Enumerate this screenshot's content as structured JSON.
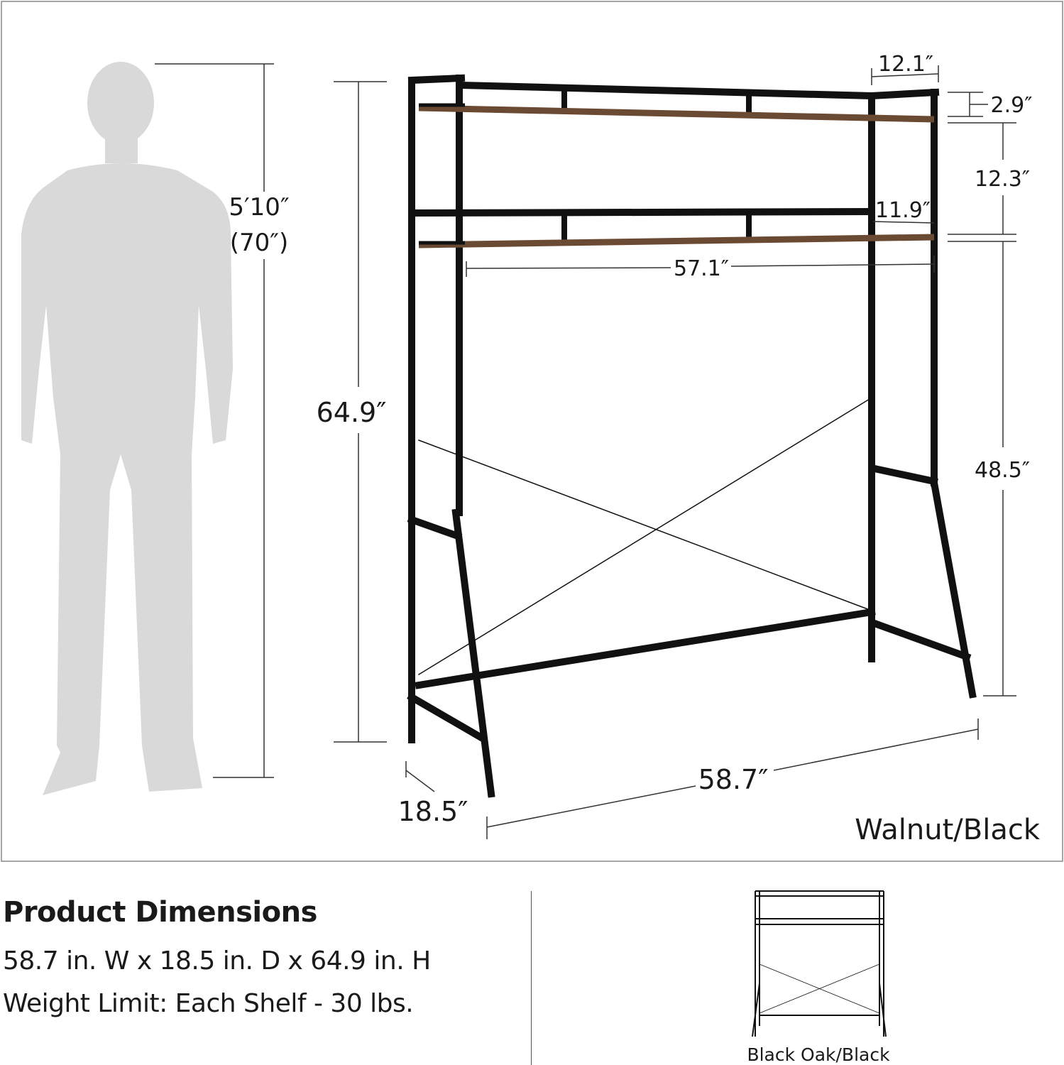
{
  "diagram": {
    "person_height": {
      "feet_inches": "5′10″",
      "inches": "(70″)"
    },
    "dimensions": {
      "total_height": "64.9″",
      "width": "58.7″",
      "depth": "18.5″",
      "inner_width": "57.1″",
      "top_depth": "12.1″",
      "shelf_depth": "11.9″",
      "top_gap": "2.9″",
      "shelf_gap": "12.3″",
      "clearance": "48.5″"
    },
    "finish_main": "Walnut/Black",
    "finish_alt": "Black Oak/Black",
    "colors": {
      "frame": "#111111",
      "wood": "#6b4a33",
      "silhouette": "#d9d9d9",
      "dim_line": "#333333"
    }
  },
  "product": {
    "title": "Product Dimensions",
    "size_line": "58.7 in. W x 18.5 in. D x 64.9 in. H",
    "weight_line": "Weight Limit: Each Shelf - 30 lbs."
  }
}
